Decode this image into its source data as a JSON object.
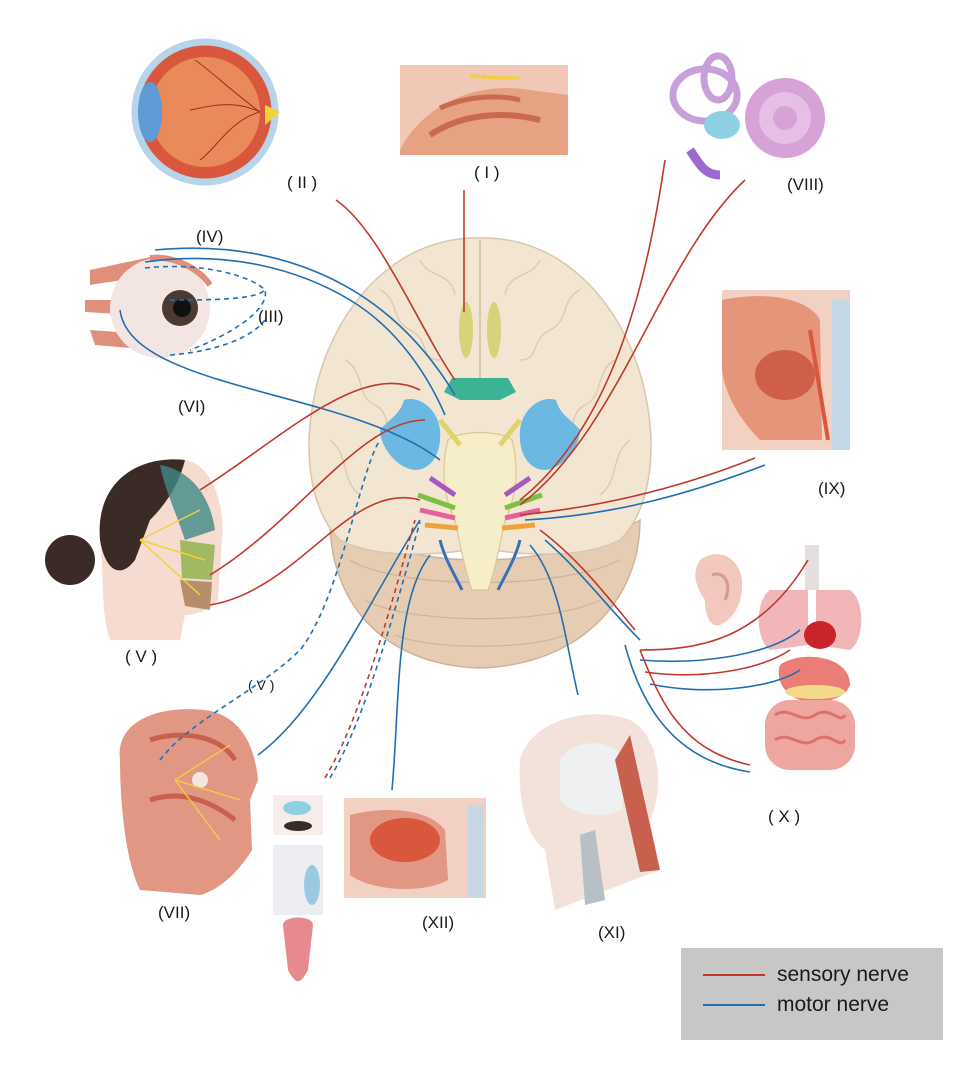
{
  "colors": {
    "sensory": "#c0392b",
    "motor": "#1f6fb2"
  },
  "labels": {
    "I": "( I )",
    "II": "( II )",
    "III": "(III)",
    "IV": "(IV)",
    "V": "( V )",
    "V_small": "( V )",
    "VI": "(VI)",
    "VII": "(VII)",
    "VIII": "(VIII)",
    "IX": "(IX)",
    "X": "( X )",
    "XI": "(XI)",
    "XII": "(XII)"
  },
  "legend": {
    "sensory_label": "sensory nerve",
    "motor_label": "motor nerve"
  }
}
